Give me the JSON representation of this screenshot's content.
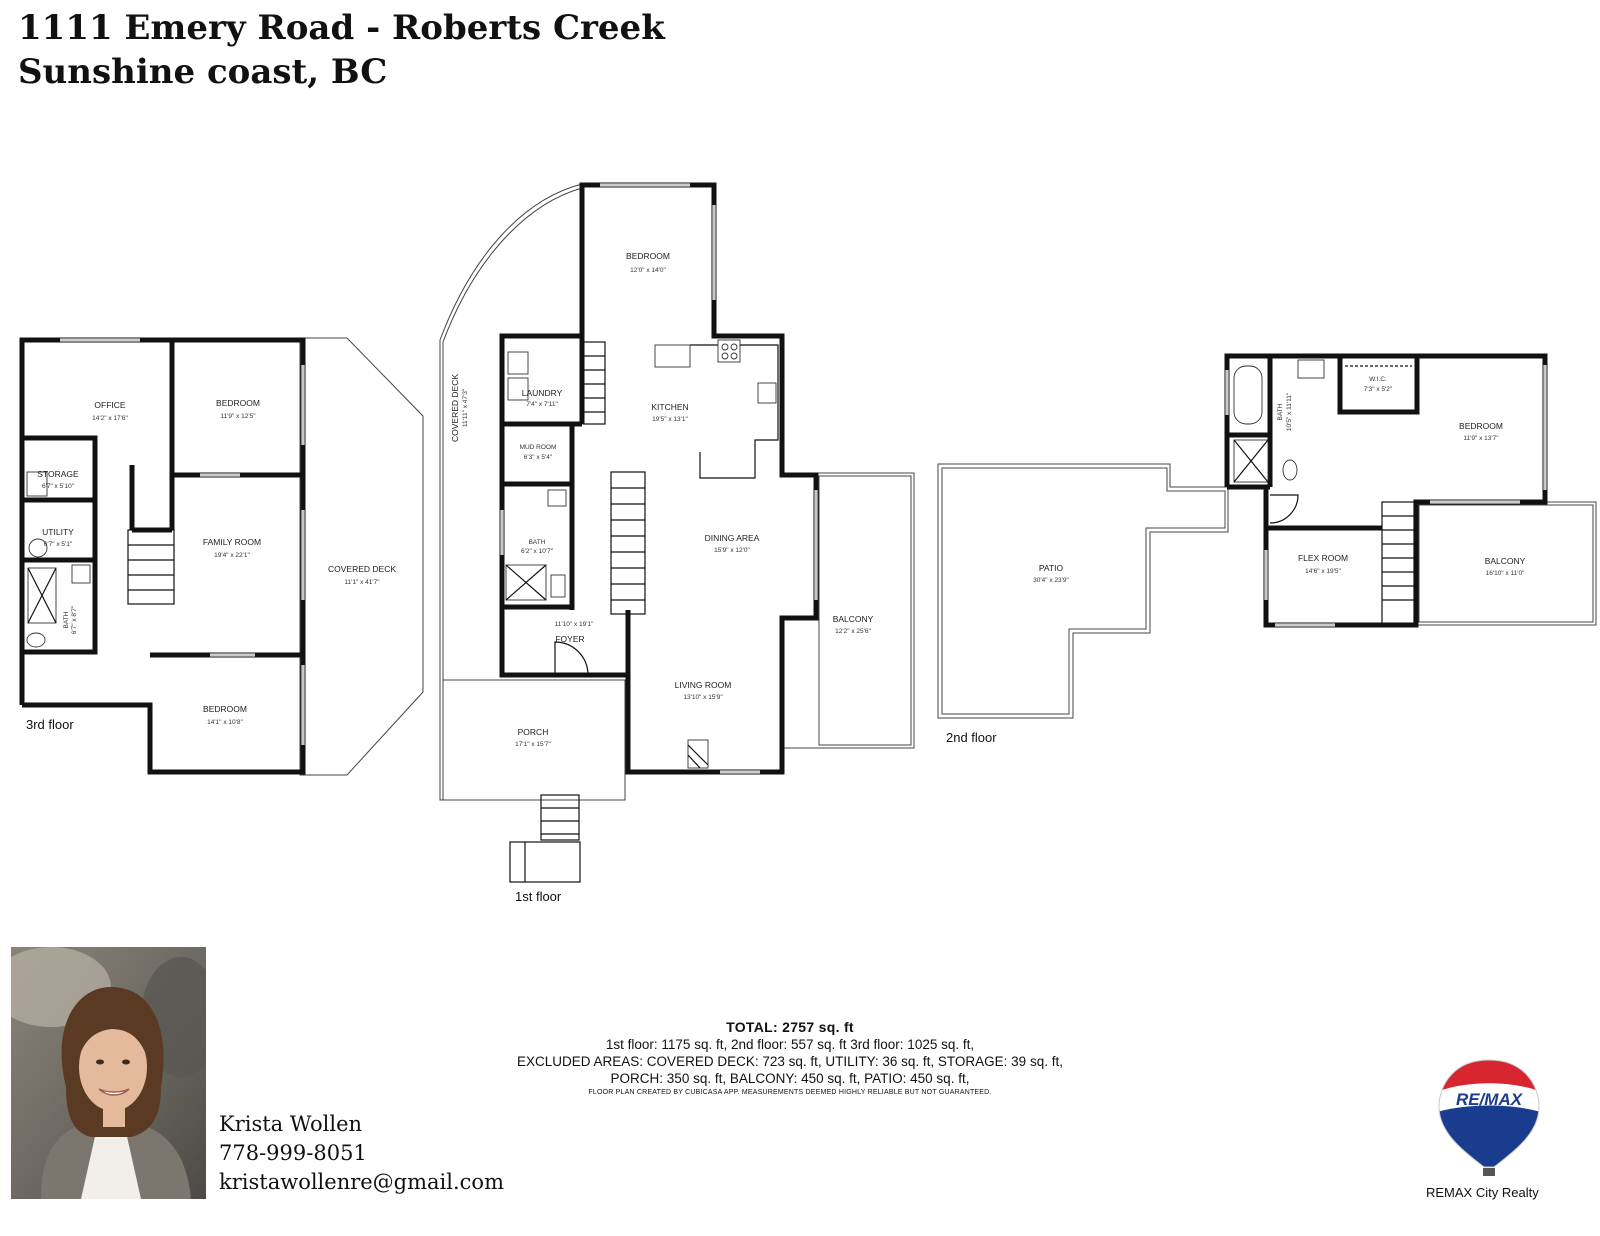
{
  "header": {
    "address_line": "1111 Emery Road - Roberts Creek",
    "region_line": "Sunshine coast, BC"
  },
  "floors": {
    "third": {
      "label": "3rd floor",
      "rooms": [
        {
          "name": "OFFICE",
          "dims": "14'2\" x 17'6\""
        },
        {
          "name": "BEDROOM",
          "dims": "11'9\" x 12'5\""
        },
        {
          "name": "STORAGE",
          "dims": "6'7\" x 5'10\""
        },
        {
          "name": "UTILITY",
          "dims": "6'7\" x 5'1\""
        },
        {
          "name": "BATH",
          "dims": "6'7\" x 8'7\""
        },
        {
          "name": "FAMILY ROOM",
          "dims": "19'4\" x 22'1\""
        },
        {
          "name": "COVERED DECK",
          "dims": "11'1\" x 41'7\""
        },
        {
          "name": "BEDROOM",
          "dims": "14'1\" x 10'8\""
        }
      ]
    },
    "first": {
      "label": "1st floor",
      "rooms": [
        {
          "name": "BEDROOM",
          "dims": "12'0\" x 14'0\""
        },
        {
          "name": "COVERED DECK",
          "dims": "11'11\" x 47'3\""
        },
        {
          "name": "LAUNDRY",
          "dims": "7'4\" x 7'11\""
        },
        {
          "name": "KITCHEN",
          "dims": "19'5\" x 13'1\""
        },
        {
          "name": "MUD ROOM",
          "dims": "6'3\" x 5'4\""
        },
        {
          "name": "BATH",
          "dims": "6'2\" x 10'7\""
        },
        {
          "name": "DINING AREA",
          "dims": "15'9\" x 12'0\""
        },
        {
          "name": "FOYER",
          "dims": "11'10\" x 19'1\""
        },
        {
          "name": "BALCONY",
          "dims": "12'2\" x 25'6\""
        },
        {
          "name": "LIVING ROOM",
          "dims": "13'10\" x 15'9\""
        },
        {
          "name": "PORCH",
          "dims": "17'1\" x 15'7\""
        }
      ]
    },
    "second": {
      "label": "2nd floor",
      "rooms": [
        {
          "name": "BATH",
          "dims": "10'5\" x 11'11\""
        },
        {
          "name": "W.I.C.",
          "dims": "7'3\" x 5'2\""
        },
        {
          "name": "BEDROOM",
          "dims": "11'9\" x 13'7\""
        },
        {
          "name": "PATIO",
          "dims": "30'4\" x 23'9\""
        },
        {
          "name": "FLEX ROOM",
          "dims": "14'6\" x 19'5\""
        },
        {
          "name": "BALCONY",
          "dims": "16'10\" x 11'0\""
        }
      ]
    }
  },
  "totals": {
    "total": "TOTAL: 2757 sq. ft",
    "floors_line": "1st floor: 1175 sq. ft, 2nd floor: 557 sq. ft 3rd floor: 1025 sq. ft,",
    "excluded_line1": "EXCLUDED AREAS: COVERED DECK: 723 sq. ft, UTILITY: 36 sq. ft, STORAGE: 39 sq. ft,",
    "excluded_line2": "PORCH: 350 sq. ft, BALCONY: 450 sq. ft, PATIO: 450 sq. ft,",
    "disclaimer": "FLOOR PLAN CREATED BY CUBICASA APP. MEASUREMENTS DEEMED HIGHLY RELIABLE BUT NOT GUARANTEED."
  },
  "agent": {
    "name": "Krista Wollen",
    "phone": "778-999-8051",
    "email": "kristawollenre@gmail.com"
  },
  "brand": {
    "logo_text": "RE/MAX",
    "company": "REMAX City Realty",
    "colors": {
      "red": "#d7262f",
      "blue": "#1a3c8f",
      "wall": "#111111"
    }
  }
}
